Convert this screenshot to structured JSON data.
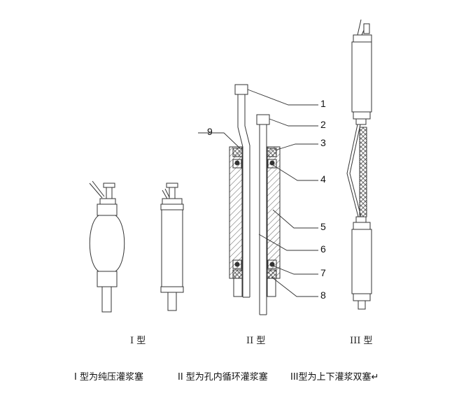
{
  "diagram": {
    "part_numbers": [
      "1",
      "2",
      "3",
      "4",
      "5",
      "6",
      "7",
      "8",
      "9"
    ],
    "type_labels": {
      "type1": "I 型",
      "type2": "II 型",
      "type3": "III 型"
    },
    "captions": {
      "type1": "I 型为纯压灌浆塞",
      "type2": "II 型为孔内循环灌浆塞",
      "type3": "III型为上下灌浆双塞↵"
    }
  }
}
